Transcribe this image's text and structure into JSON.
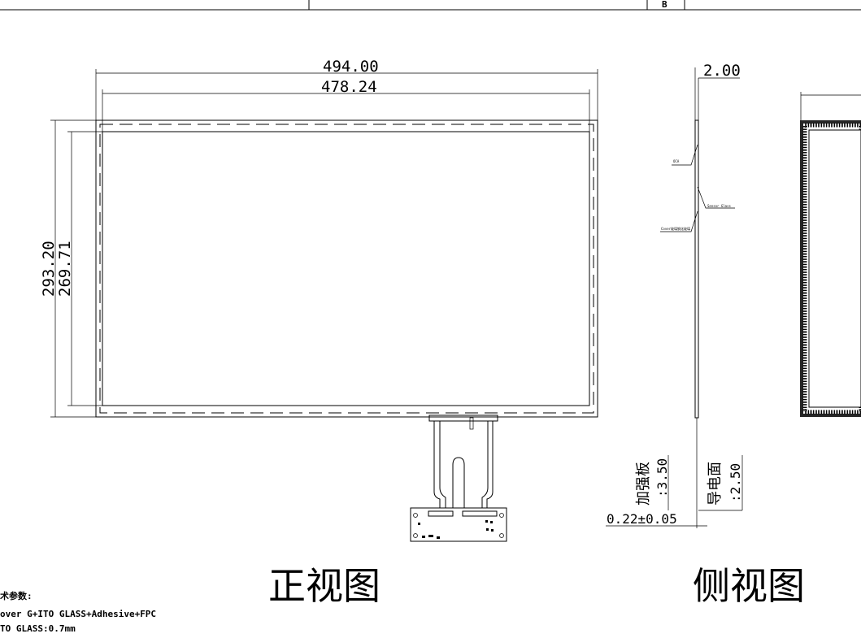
{
  "title_block": {
    "revision": "B"
  },
  "front_view": {
    "title": "正视图",
    "width_outer": "494.00",
    "width_inner": "478.24",
    "height_outer": "293.20",
    "height_inner": "269.71"
  },
  "side_view": {
    "title": "侧视图",
    "thickness": "2.00",
    "labels": {
      "top": "OCA",
      "sensor": "Sensor Glass",
      "cover": "Cover玻璃钢化玻璃"
    },
    "stiffener": {
      "label": "加强板",
      "value": ":3.50"
    },
    "conductive": {
      "label": "导电面",
      "value": ":2.50"
    },
    "fpc_thickness": "0.22±0.05"
  },
  "notes": {
    "heading": "术参数:",
    "lines": [
      "over G+ITO GLASS+Adhesive+FPC",
      "TO GLASS:0.7mm"
    ]
  }
}
